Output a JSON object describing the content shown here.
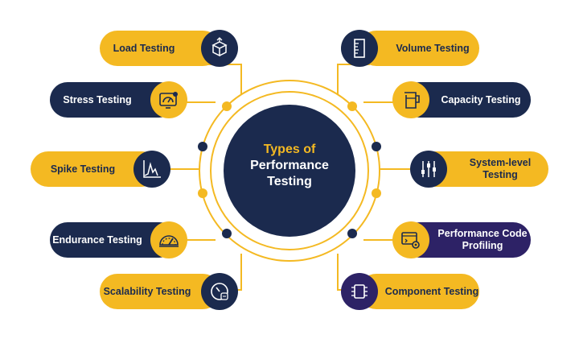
{
  "hub": {
    "line1": "Types of",
    "line2": "Performance",
    "line3": "Testing"
  },
  "colors": {
    "yellow": "#f4b922",
    "navy": "#1b2a4e",
    "purple": "#2d2266",
    "white": "#ffffff"
  },
  "left_items": [
    {
      "label": "Load Testing",
      "icon": "box-arrows-icon"
    },
    {
      "label": "Stress Testing",
      "icon": "gauge-monitor-icon"
    },
    {
      "label": "Spike Testing",
      "icon": "spike-chart-icon"
    },
    {
      "label": "Endurance Testing",
      "icon": "speedometer-icon"
    },
    {
      "label": "Scalability Testing",
      "icon": "dial-gauge-icon"
    }
  ],
  "right_items": [
    {
      "label": "Volume Testing",
      "icon": "ruler-icon"
    },
    {
      "label": "Capacity Testing",
      "icon": "beaker-icon"
    },
    {
      "label": "System-level Testing",
      "icon": "sliders-icon"
    },
    {
      "label": "Performance Code Profiling",
      "icon": "code-window-gear-icon"
    },
    {
      "label": "Component Testing",
      "icon": "chip-icon"
    }
  ]
}
